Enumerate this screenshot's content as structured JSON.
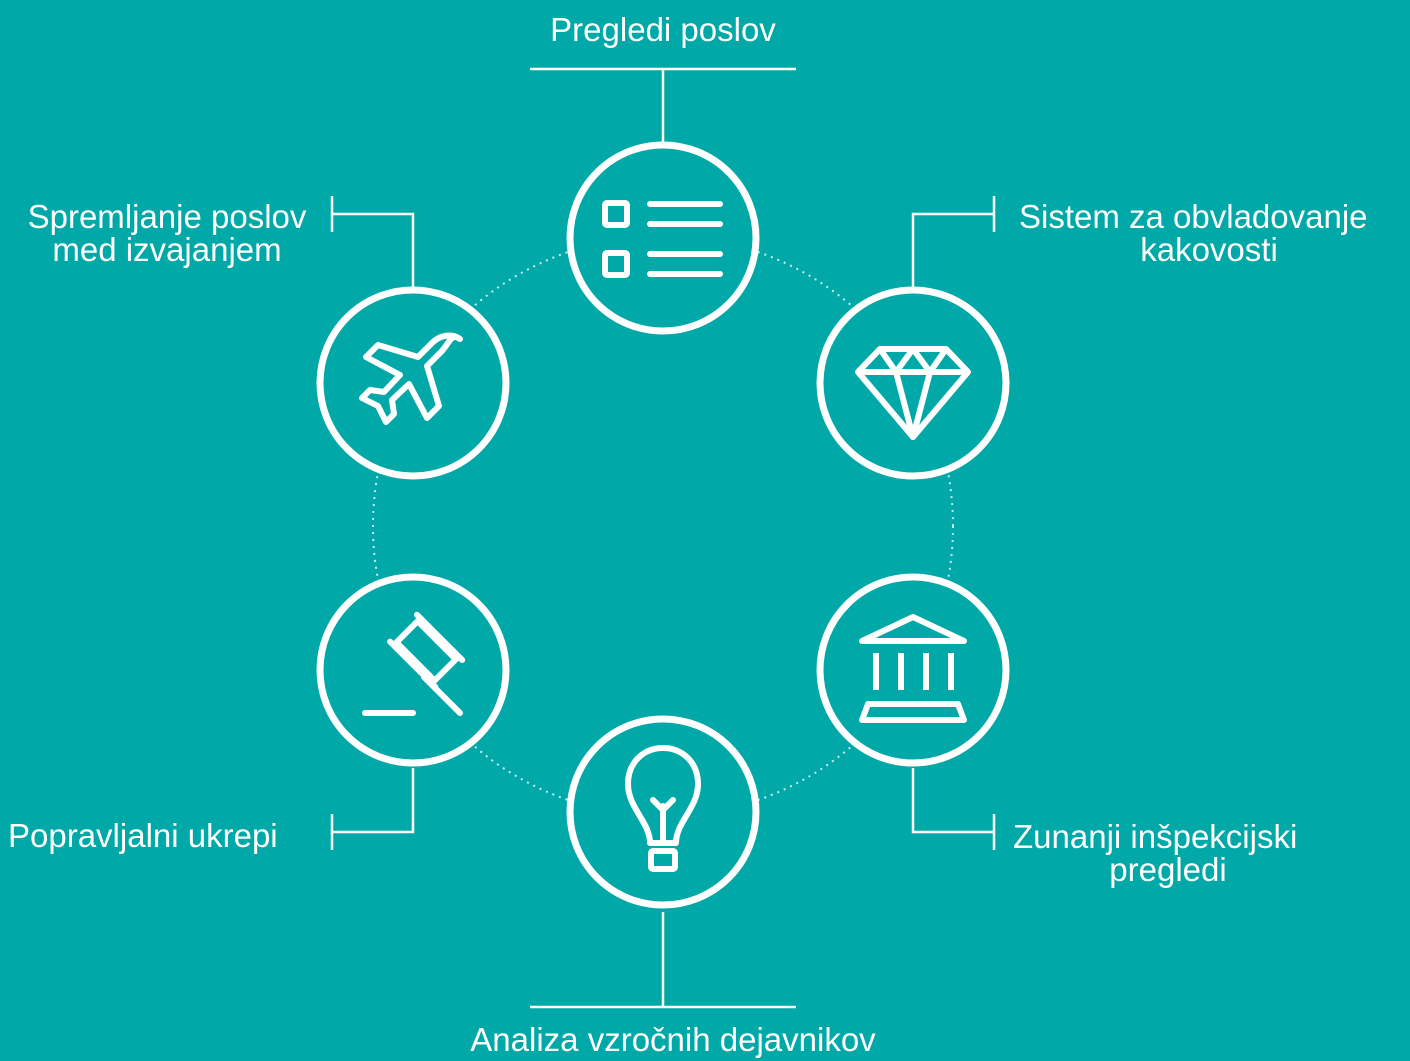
{
  "background_color": "#00a8a8",
  "line_color": "#ffffff",
  "nodes": [
    {
      "id": "top",
      "icon": "checklist-icon",
      "lines": [
        "Pregledi poslov"
      ]
    },
    {
      "id": "upper-right",
      "icon": "diamond-icon",
      "lines": [
        "Sistem za obvladovanje",
        "kakovosti"
      ]
    },
    {
      "id": "lower-right",
      "icon": "bank-building-icon",
      "lines": [
        "Zunanji inšpekcijski",
        "pregledi"
      ]
    },
    {
      "id": "bottom",
      "icon": "lightbulb-icon",
      "lines": [
        "Analiza vzročnih dejavnikov"
      ]
    },
    {
      "id": "lower-left",
      "icon": "gavel-icon",
      "lines": [
        "Popravljalni ukrepi"
      ]
    },
    {
      "id": "upper-left",
      "icon": "airplane-icon",
      "lines": [
        "Spremljanje poslov",
        "med izvajanjem"
      ]
    }
  ]
}
